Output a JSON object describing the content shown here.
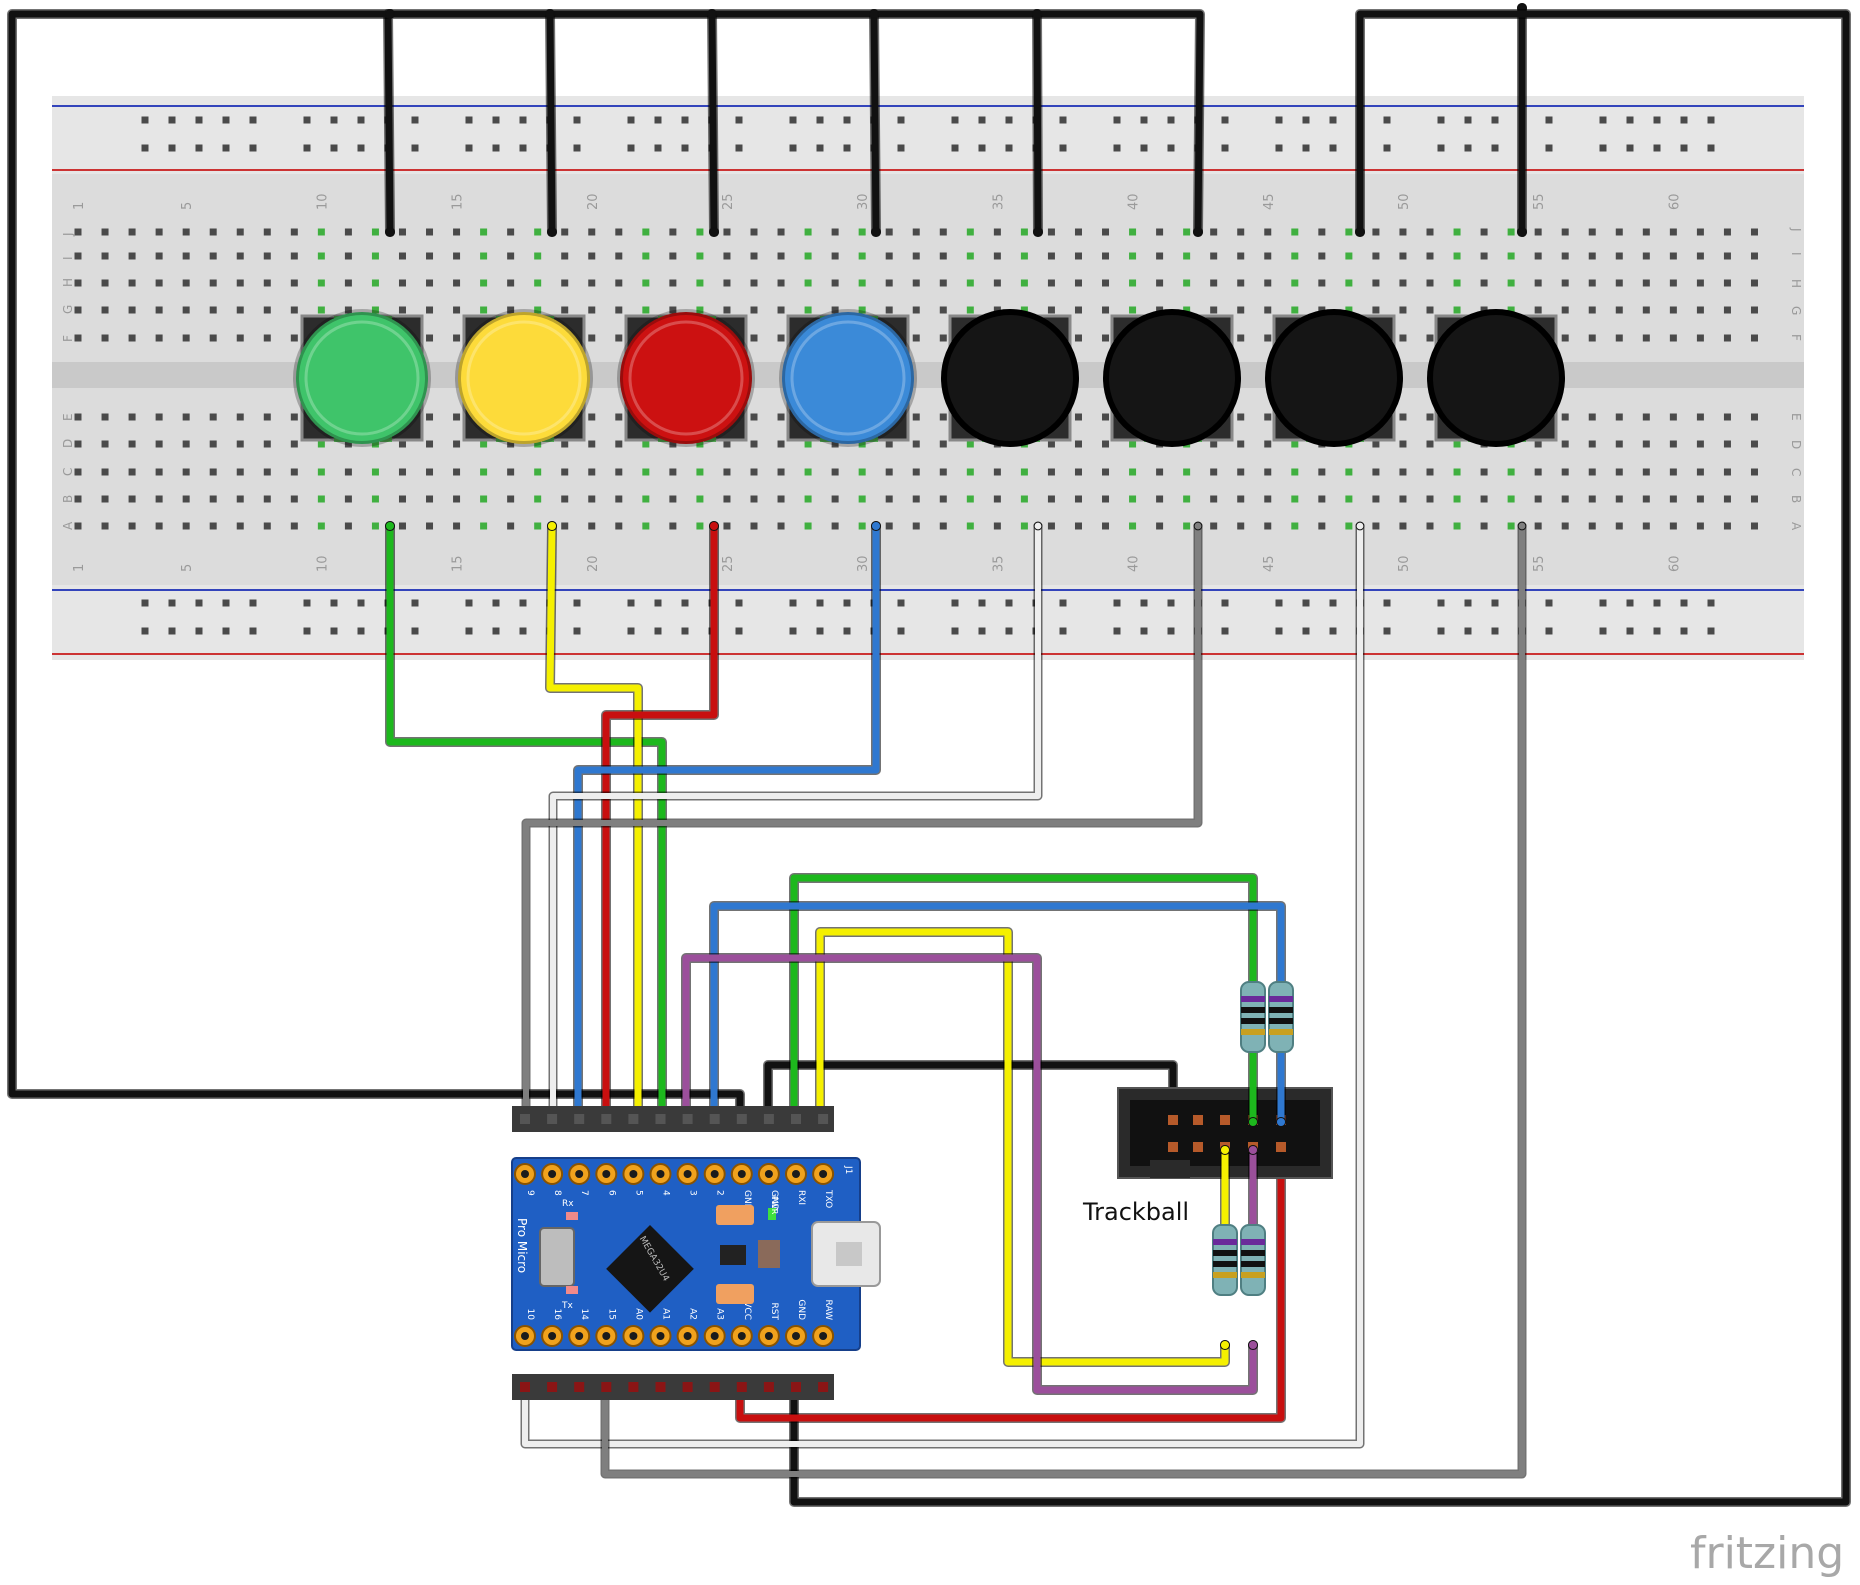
{
  "watermark": "fritzing",
  "breadboard": {
    "row_letters_top": [
      "J",
      "I",
      "H",
      "G",
      "F"
    ],
    "row_letters_bottom": [
      "E",
      "D",
      "C",
      "B",
      "A"
    ],
    "column_numbers": [
      "1",
      "5",
      "10",
      "15",
      "20",
      "25",
      "30",
      "35",
      "40",
      "45",
      "50",
      "55",
      "60"
    ]
  },
  "buttons": [
    {
      "name": "green",
      "color": "#3fc46a"
    },
    {
      "name": "yellow",
      "color": "#fddb3a"
    },
    {
      "name": "red",
      "color": "#cc1111"
    },
    {
      "name": "blue",
      "color": "#3b8ad8"
    },
    {
      "name": "black-1",
      "color": "#151515"
    },
    {
      "name": "black-2",
      "color": "#151515"
    },
    {
      "name": "black-3",
      "color": "#151515"
    },
    {
      "name": "black-4",
      "color": "#151515"
    }
  ],
  "board": {
    "name": "Pro Micro",
    "chip": "MEGA32U4",
    "top_pins": [
      "9",
      "8",
      "7",
      "6",
      "5",
      "4",
      "3",
      "2",
      "GND",
      "GND",
      "RXI",
      "TXO"
    ],
    "bottom_pins": [
      "10",
      "16",
      "14",
      "15",
      "A0",
      "A1",
      "A2",
      "A3",
      "VCC",
      "RST",
      "GND",
      "RAW"
    ],
    "label_rx": "Rx",
    "label_tx": "Tx",
    "label_pwr": "PWR",
    "label_j1": "J1"
  },
  "connector": {
    "label": "Trackball"
  },
  "colors": {
    "green": "#1db81d",
    "yellow": "#f5f000",
    "red": "#c80f0f",
    "blue": "#2f78d0",
    "white": "#eeeeee",
    "gray": "#7f7f7f",
    "black": "#111111",
    "purple": "#9b4f9b"
  }
}
